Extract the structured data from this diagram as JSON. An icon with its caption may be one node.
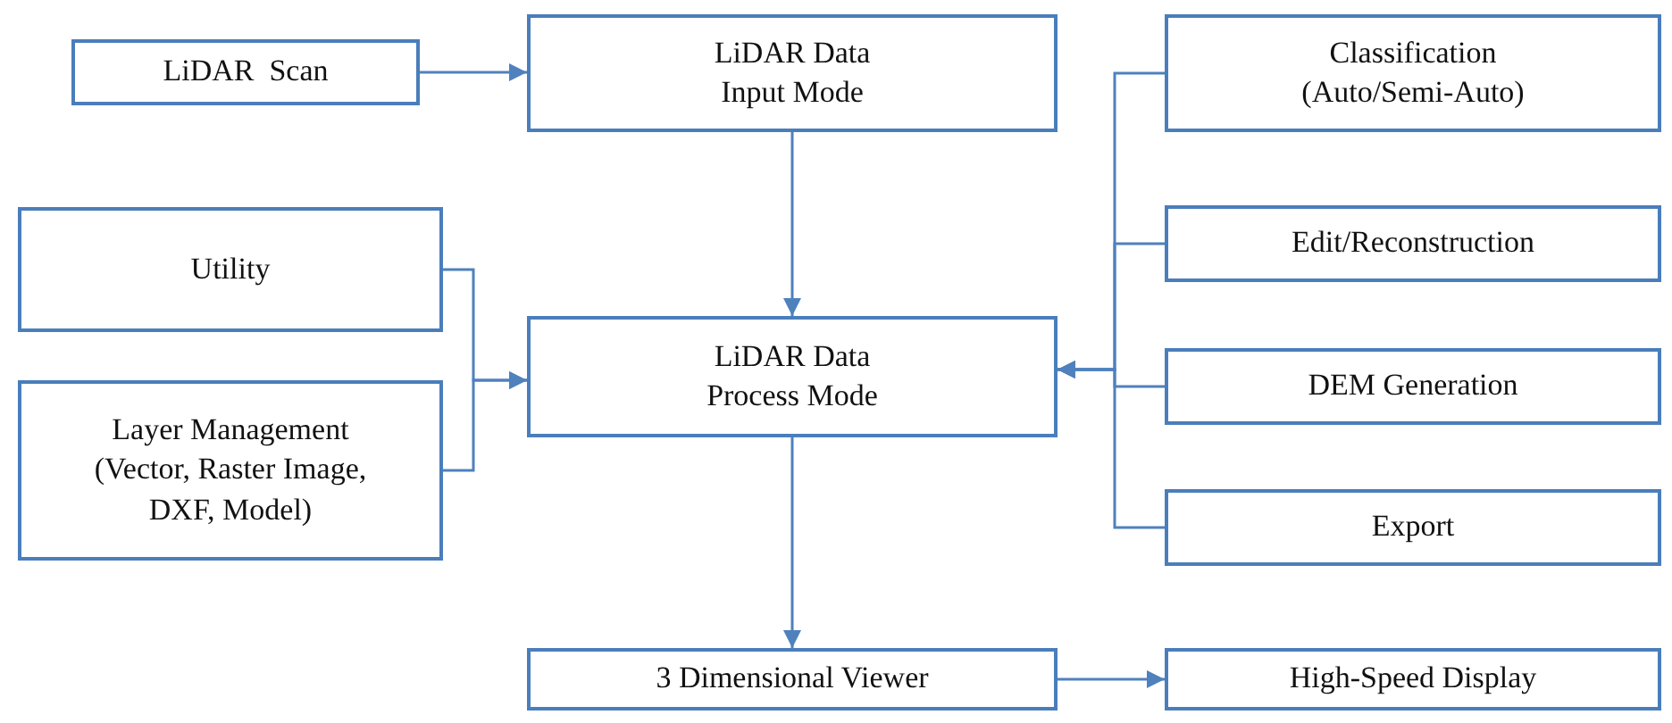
{
  "diagram": {
    "nodes": [
      {
        "text": [
          "LiDAR  Scan"
        ]
      },
      {
        "text": [
          "LiDAR Data Input Mode"
        ]
      },
      {
        "text": [
          "Classification (Auto/Semi-Auto)"
        ]
      },
      {
        "text": [
          "Utility"
        ]
      },
      {
        "text": [
          "Edit/Reconstruction"
        ]
      },
      {
        "text": [
          "LiDAR Data Process Mode"
        ]
      },
      {
        "text": [
          "DEM Generation"
        ]
      },
      {
        "text": [
          "Layer Management (Vector, Raster Image, DXF, Model)"
        ]
      },
      {
        "text": [
          "Export"
        ]
      },
      {
        "text": [
          "3 Dimensional Viewer"
        ]
      },
      {
        "text": [
          "High-Speed Display"
        ]
      }
    ],
    "edges": [
      {
        "from": 0,
        "to": 1,
        "arrow": "to"
      },
      {
        "from": 1,
        "to": 5,
        "arrow": "to"
      },
      {
        "from": 3,
        "to": 5,
        "arrow": "to"
      },
      {
        "from": 7,
        "to": 5,
        "arrow": "to"
      },
      {
        "from": 2,
        "to": 5,
        "arrow": "to"
      },
      {
        "from": 4,
        "to": 5,
        "arrow": "to"
      },
      {
        "from": 6,
        "to": 5,
        "arrow": "to"
      },
      {
        "from": 8,
        "to": 5,
        "arrow": "to"
      },
      {
        "from": 5,
        "to": 9,
        "arrow": "to"
      },
      {
        "from": 9,
        "to": 10,
        "arrow": "to"
      }
    ]
  }
}
